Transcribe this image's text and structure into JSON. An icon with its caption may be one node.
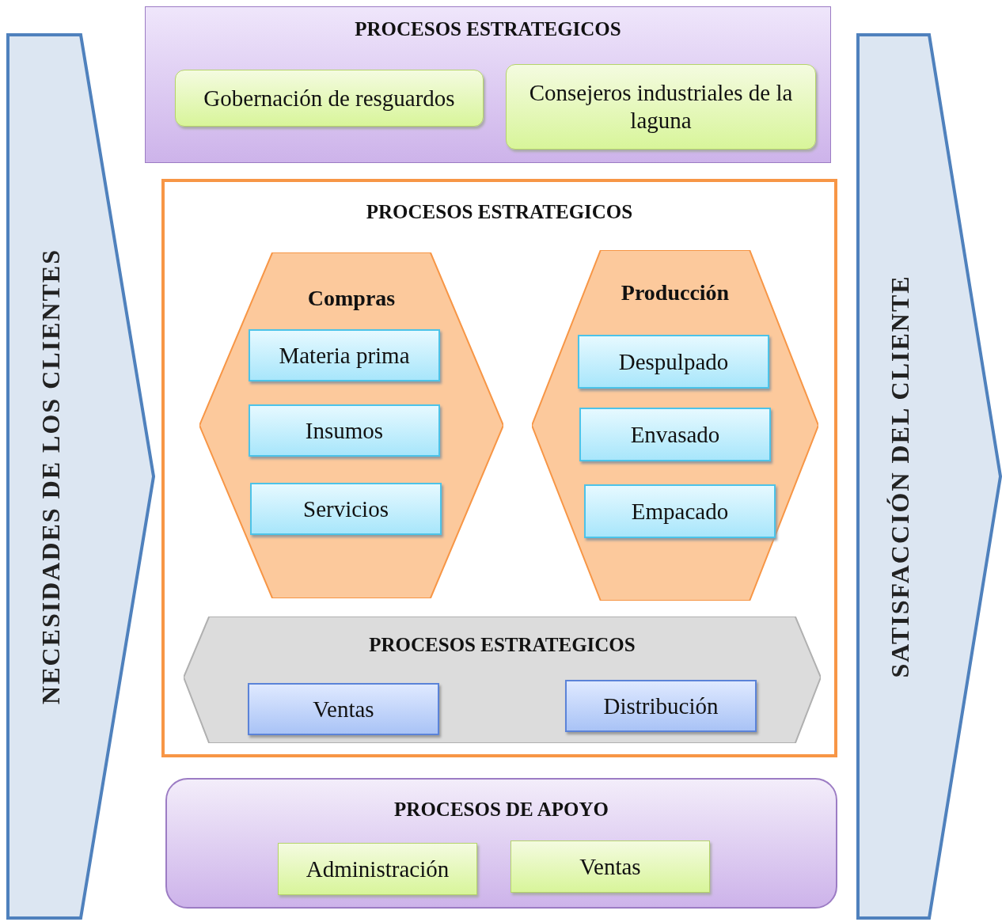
{
  "diagram": {
    "nodes": [
      {
        "text": [
          "NECESIDADES DE LOS CLIENTES"
        ]
      },
      {
        "text": [
          "PROCESOS ESTRATEGICOS"
        ]
      },
      {
        "text": [
          "Gobernación de resguardos"
        ],
        "in": 1
      },
      {
        "text": [
          "Consejeros industriales de la laguna"
        ],
        "in": 1
      },
      {
        "text": [
          "PROCESOS ESTRATEGICOS"
        ]
      },
      {
        "text": [
          "Compras"
        ],
        "in": 4
      },
      {
        "text": [
          "Materia prima"
        ],
        "in": 5
      },
      {
        "text": [
          "Insumos"
        ],
        "in": 5
      },
      {
        "text": [
          "Servicios"
        ],
        "in": 5
      },
      {
        "text": [
          "Producción"
        ],
        "in": 4
      },
      {
        "text": [
          "Despulpado"
        ],
        "in": 9
      },
      {
        "text": [
          "Envasado"
        ],
        "in": 9
      },
      {
        "text": [
          "Empacado"
        ],
        "in": 9
      },
      {
        "text": [
          "PROCESOS ESTRATEGICOS"
        ],
        "in": 4
      },
      {
        "text": [
          "Ventas"
        ],
        "in": 13
      },
      {
        "text": [
          "Distribución"
        ],
        "in": 13
      },
      {
        "text": [
          "PROCESOS DE APOYO"
        ]
      },
      {
        "text": [
          "Administración"
        ],
        "in": 16
      },
      {
        "text": [
          "Ventas"
        ],
        "in": 16
      },
      {
        "text": [
          "SATISFACCIÓN DEL CLIENTE"
        ]
      }
    ]
  }
}
